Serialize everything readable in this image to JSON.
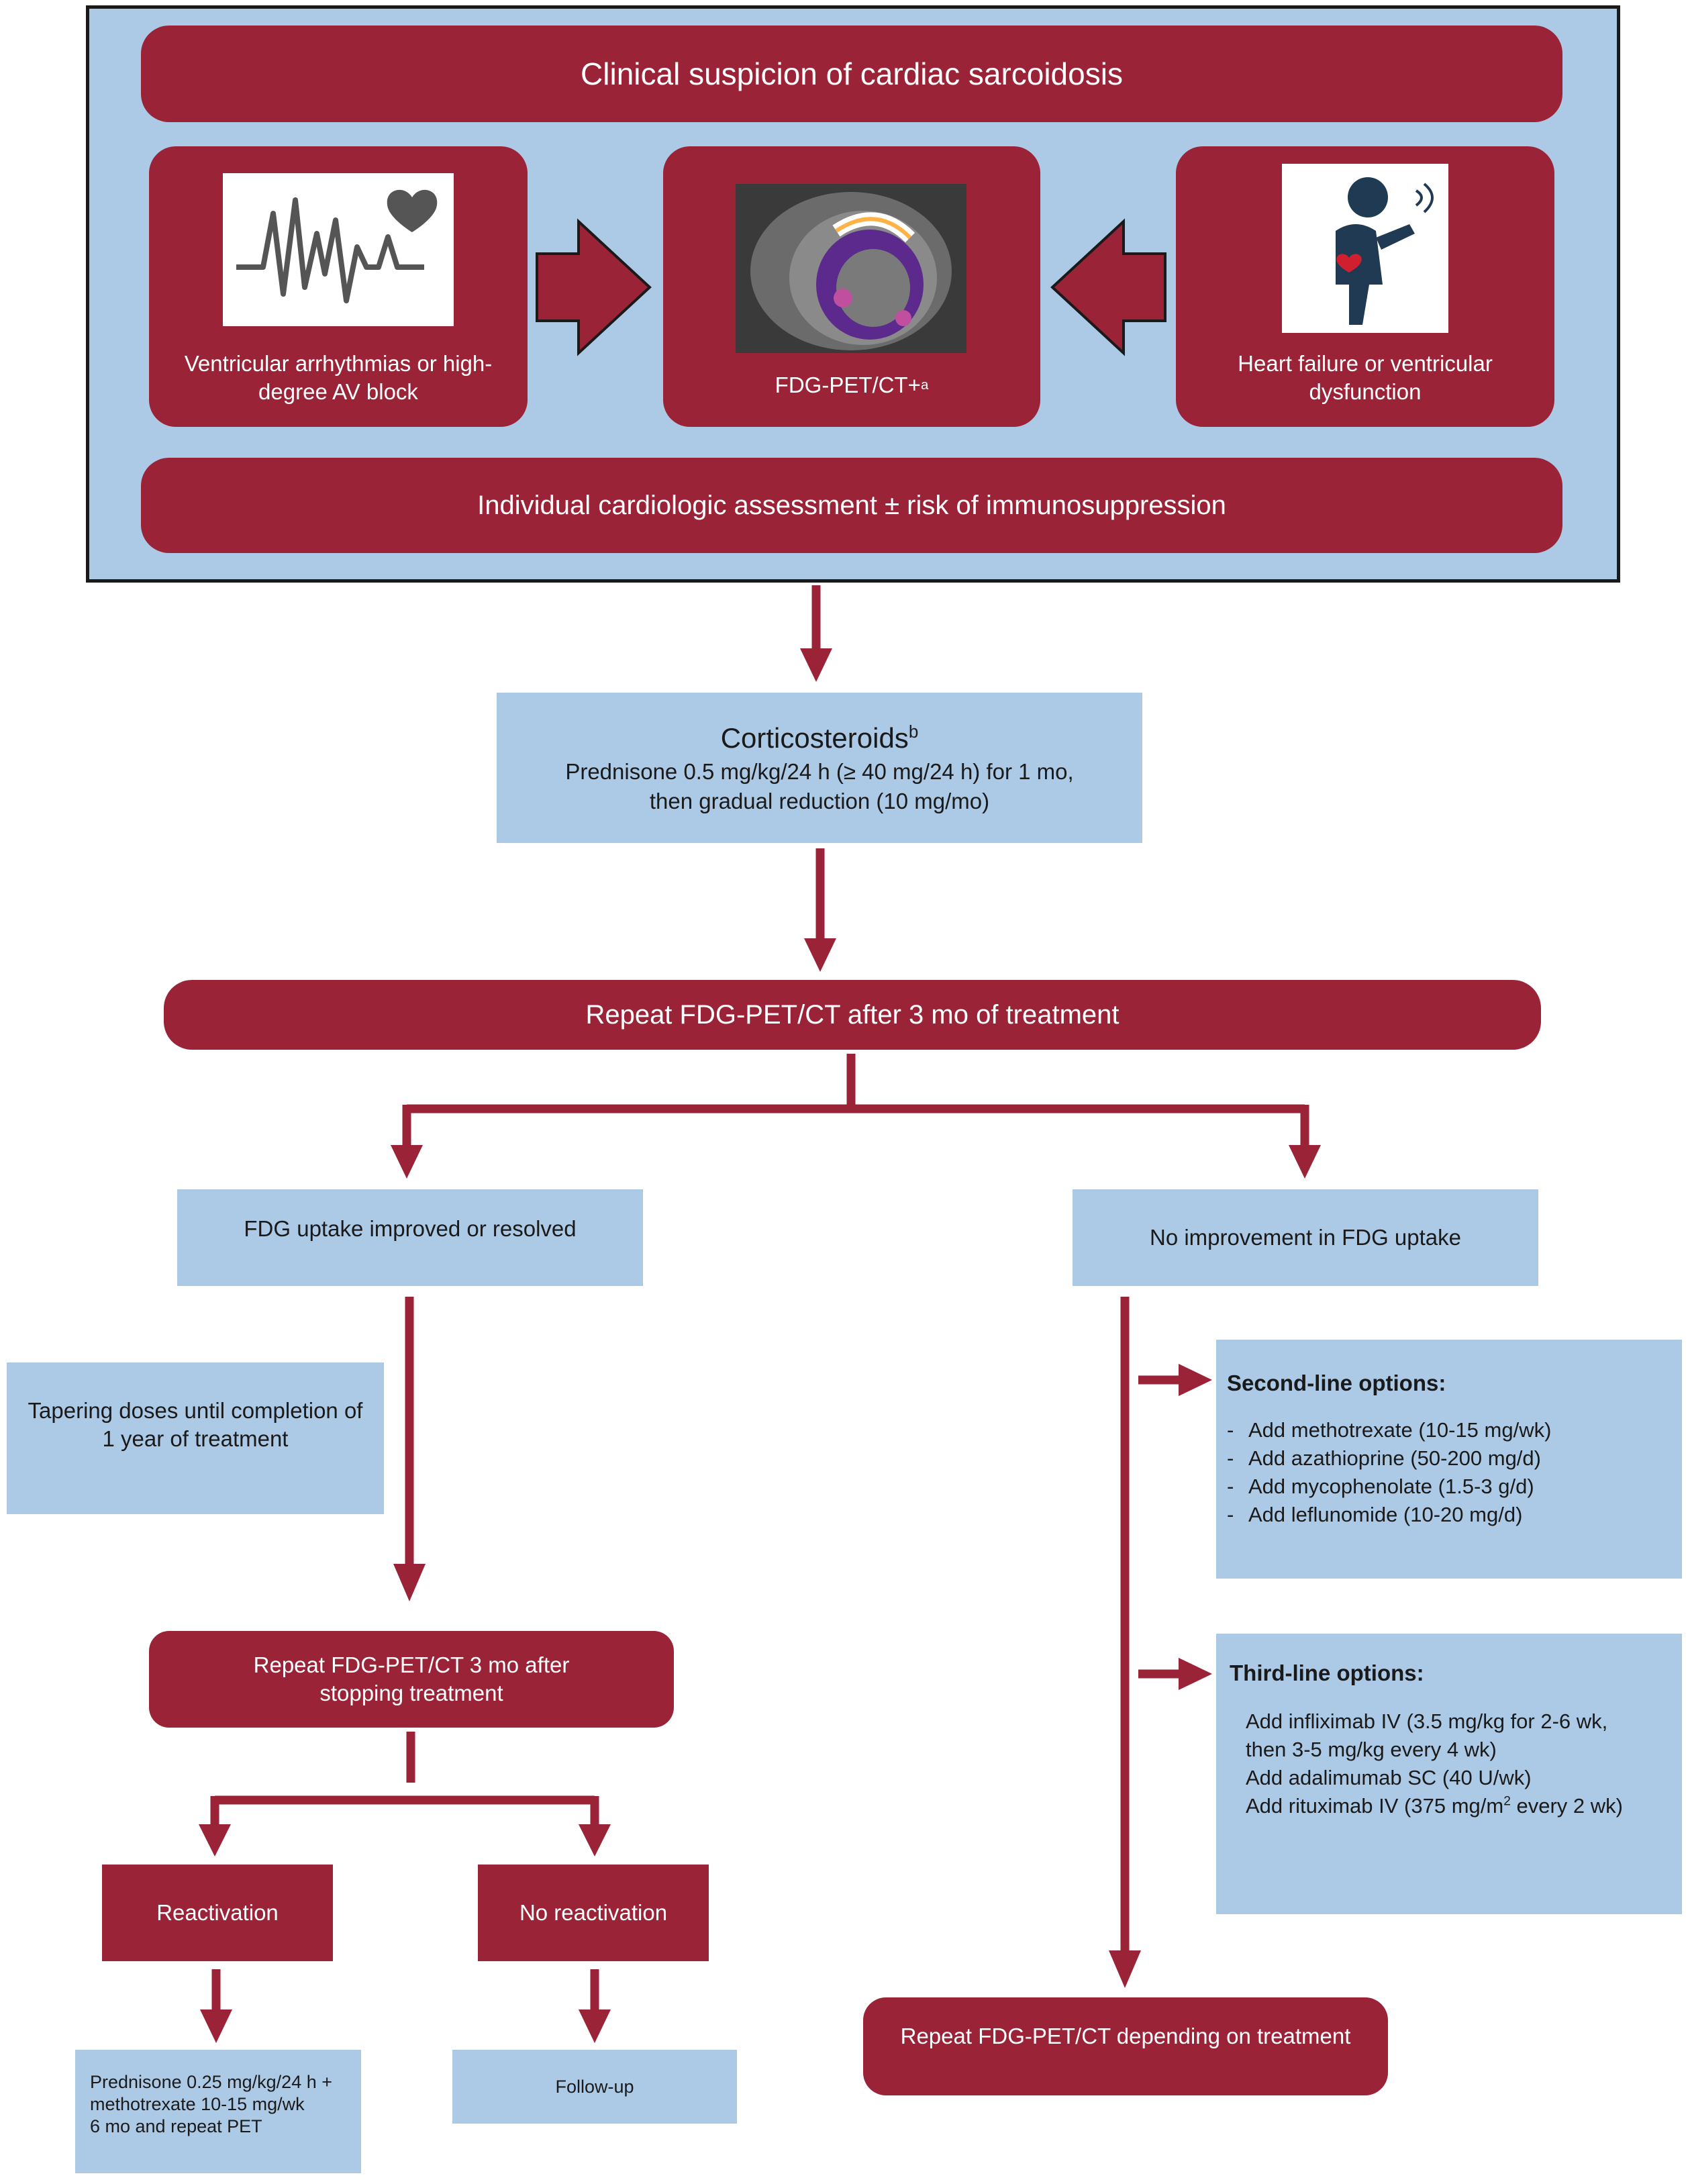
{
  "colors": {
    "crimson": "#9b2337",
    "light_blue": "#acc9e6",
    "frame_border": "#1a1a1a"
  },
  "top": {
    "banner": "Clinical suspicion of cardiac sarcoidosis",
    "left_card": {
      "icon": "ecg-heart-icon",
      "text": "Ventricular arrhythmias or high-degree AV block"
    },
    "center_card": {
      "icon": "pet-ct-scan-image",
      "text": "FDG-PET/CT+",
      "sup": "a"
    },
    "right_card": {
      "icon": "coughing-person-icon",
      "text": "Heart failure or ventricular dysfunction"
    },
    "bottom_banner": "Individual cardiologic assessment ± risk of immunosuppression"
  },
  "corticosteroids": {
    "title": "Corticosteroids",
    "title_sup": "b",
    "line1": "Prednisone 0.5 mg/kg/24 h (≥ 40 mg/24 h) for 1 mo,",
    "line2": "then gradual reduction (10 mg/mo)"
  },
  "repeat_pet": "Repeat FDG-PET/CT after 3 mo of treatment",
  "improved": "FDG uptake improved or resolved",
  "no_improvement": "No improvement in FDG uptake",
  "tapering": "Tapering doses until completion of 1 year of treatment",
  "repeat_after_stop": "Repeat FDG-PET/CT 3 mo after stopping treatment",
  "reactivation": "Reactivation",
  "no_reactivation": "No reactivation",
  "reactivation_treatment": {
    "line1": "Prednisone 0.25 mg/kg/24 h +",
    "line2": "methotrexate 10-15 mg/wk",
    "line3": "6 mo and repeat PET"
  },
  "follow_up": "Follow-up",
  "second_line": {
    "title": "Second-line options:",
    "items": [
      "Add methotrexate (10-15 mg/wk)",
      "Add azathioprine (50-200 mg/d)",
      "Add mycophenolate (1.5-3 g/d)",
      "Add leflunomide (10-20 mg/d)"
    ]
  },
  "third_line": {
    "title": "Third-line options:",
    "items": [
      "Add infliximab IV (3.5 mg/kg for 2-6 wk,",
      "then 3-5 mg/kg every 4 wk)",
      "Add adalimumab SC (40 U/wk)",
      "Add rituximab IV (375 mg/m"
    ],
    "rituximab_sup": "2",
    "rituximab_tail": " every 2 wk)"
  },
  "repeat_depending": "Repeat FDG-PET/CT depending on treatment"
}
